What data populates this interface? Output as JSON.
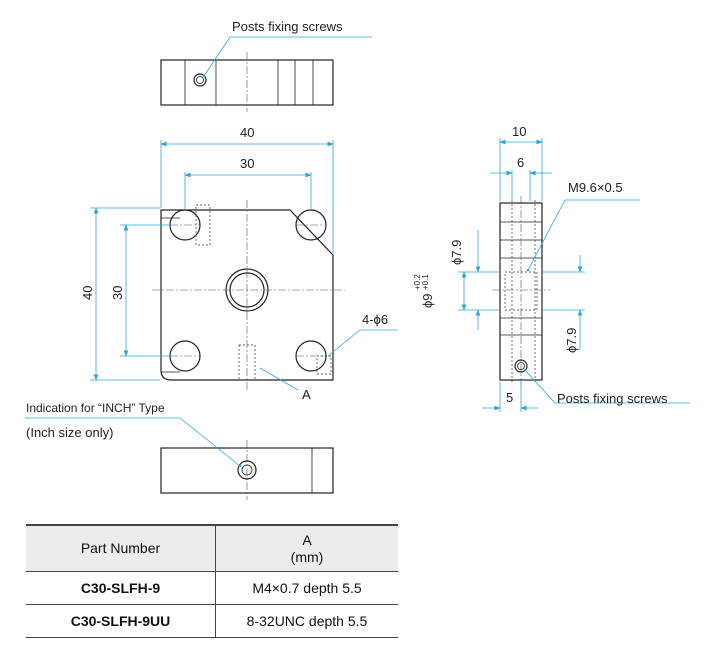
{
  "labels": {
    "posts_fixing_screws_top": "Posts fixing screws",
    "posts_fixing_screws_side": "Posts fixing screws",
    "indication_inch": "Indication for “INCH” Type",
    "inch_size_only": "(Inch size only)",
    "callout_a": "A",
    "holes": "4-ϕ6",
    "thread": "M9.6×0.5"
  },
  "dimensions": {
    "front_width": "40",
    "front_hole_pitch_h": "30",
    "front_height": "40",
    "front_hole_pitch_v": "30",
    "side_width": "10",
    "side_inner": "6",
    "side_bottom": "5",
    "dia_7_9_top": "ϕ7.9",
    "dia_9": "ϕ9",
    "dia_9_tol_upper": "+0.2",
    "dia_9_tol_lower": "+0.1",
    "dia_7_9_bottom": "ϕ7.9"
  },
  "table": {
    "header_part": "Part Number",
    "header_a": "A",
    "header_a_unit": "(mm)",
    "rows": [
      {
        "part": "C30-SLFH-9",
        "a": "M4×0.7 depth 5.5"
      },
      {
        "part": "C30-SLFH-9UU",
        "a": "8-32UNC depth 5.5"
      }
    ]
  },
  "colors": {
    "dimension_line": "#2aa7d6",
    "outline": "#222222",
    "table_header_bg": "#ececec"
  }
}
